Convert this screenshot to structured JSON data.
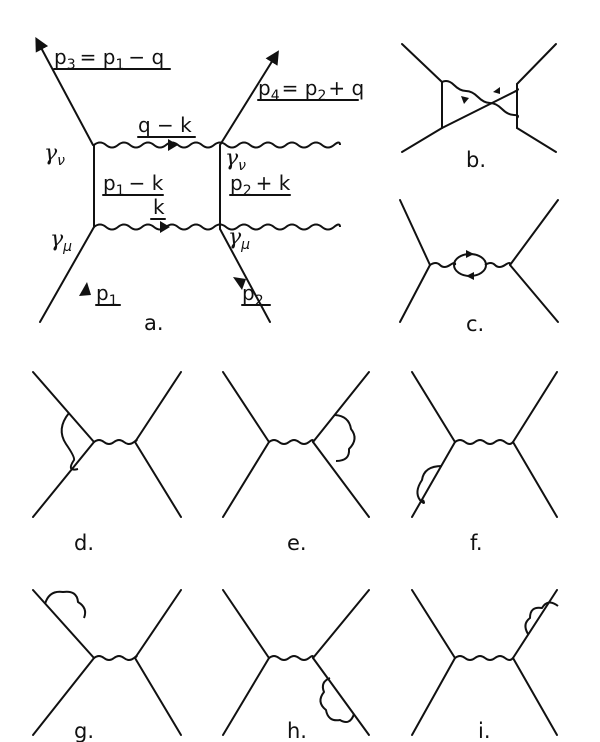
{
  "captions": {
    "a": "a.",
    "b": "b.",
    "c": "c.",
    "d": "d.",
    "e": "e.",
    "f": "f.",
    "g": "g.",
    "h": "h.",
    "i": "i."
  },
  "box": {
    "p3_label": "p",
    "p3_sub": "3",
    "p3_eq": "= p",
    "p3_sub1": "1",
    "p3_minus_q": "− q",
    "p4_label": "p",
    "p4_sub": "4",
    "p4_eq": "= p",
    "p4_sub2": "2",
    "p4_plus_q": "+ q",
    "top_photon": "q − k",
    "left_prop_p": "p",
    "left_prop_sub": "1",
    "left_prop_rest": "− k",
    "right_prop": "p",
    "right_prop_sub": "2",
    "right_prop_rest": "+ k",
    "bottom_photon": "k",
    "p1": "p",
    "p1_sub": "1",
    "p2": "p",
    "p2_sub": "2",
    "gamma_nu": "γ",
    "gamma_nu_sub": "ν",
    "gamma_mu": "γ",
    "gamma_mu_sub": "μ"
  }
}
